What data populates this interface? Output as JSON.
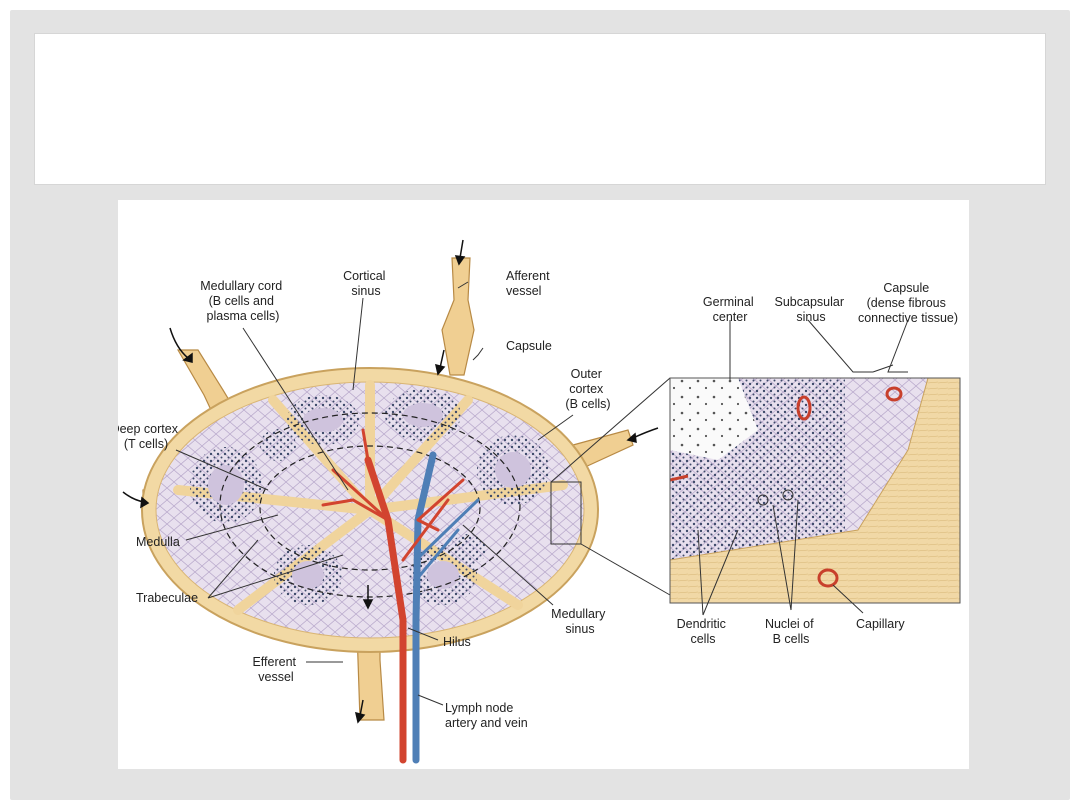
{
  "slide": {
    "title": ""
  },
  "figure": {
    "labels": {
      "medullary_cord": [
        "Medullary cord",
        "(B cells and",
        "plasma cells)"
      ],
      "cortical_sinus": [
        "Cortical",
        "sinus"
      ],
      "afferent_vessel": [
        "Afferent",
        "vessel"
      ],
      "capsule": "Capsule",
      "outer_cortex": [
        "Outer",
        "cortex",
        "(B cells)"
      ],
      "deep_cortex": [
        "Deep cortex",
        "(T cells)"
      ],
      "medulla": "Medulla",
      "trabeculae": "Trabeculae",
      "medullary_sinus": [
        "Medullary",
        "sinus"
      ],
      "hilus": "Hilus",
      "efferent_vessel": [
        "Efferent",
        "vessel"
      ],
      "artery_vein": [
        "Lymph node",
        "artery and vein"
      ],
      "germinal_center": [
        "Germinal",
        "center"
      ],
      "subcapsular_sinus": [
        "Subcapsular",
        "sinus"
      ],
      "capsule_detail": [
        "Capsule",
        "(dense fibrous",
        "connective tissue)"
      ],
      "dendritic_cells": [
        "Dendritic",
        "cells"
      ],
      "nuclei_b_cells": [
        "Nuclei of",
        "B cells"
      ],
      "capillary": "Capillary"
    }
  },
  "colors": {
    "background_frame": "#e3e3e3",
    "capsule": "#f2d9a4",
    "capsule_edge": "#c9a25e",
    "cortex_tissue": "#e6dcea",
    "nodule": "#cfc3dd",
    "artery": "#d2442f",
    "vein": "#4f7fb6"
  }
}
